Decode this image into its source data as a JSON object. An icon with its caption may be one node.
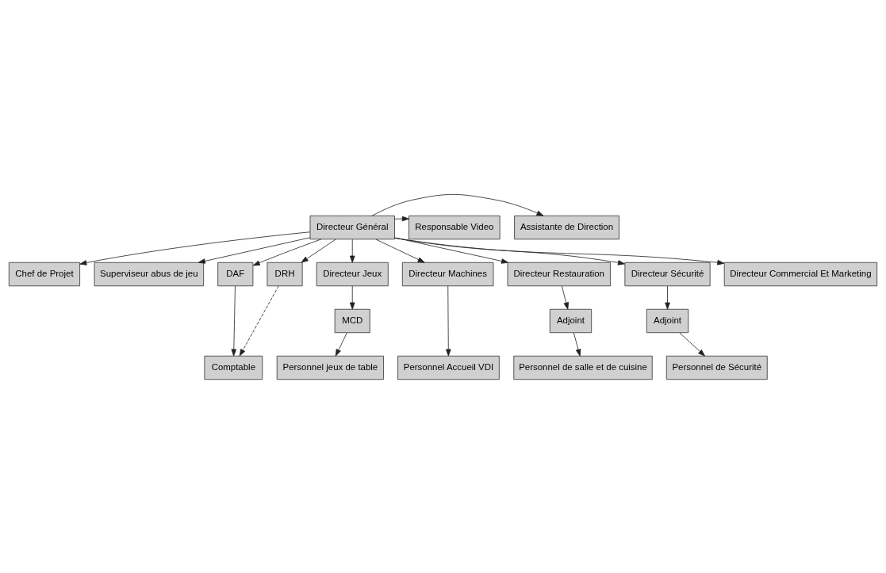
{
  "diagram": {
    "nodes": [
      {
        "text": [
          "Directeur Général"
        ]
      },
      {
        "text": [
          "Assistante de Direction"
        ]
      },
      {
        "text": [
          "Responsable Video"
        ]
      },
      {
        "text": [
          "Chef de Projet"
        ]
      },
      {
        "text": [
          "Superviseur abus de jeu"
        ]
      },
      {
        "text": [
          "DAF"
        ]
      },
      {
        "text": [
          "DRH"
        ]
      },
      {
        "text": [
          "Directeur Jeux"
        ]
      },
      {
        "text": [
          "Directeur Machines"
        ]
      },
      {
        "text": [
          "Directeur Restauration"
        ]
      },
      {
        "text": [
          "Directeur Sécurité"
        ]
      },
      {
        "text": [
          "Directeur Commercial Et Marketing"
        ]
      },
      {
        "text": [
          "MCD"
        ]
      },
      {
        "text": [
          "Adjoint"
        ]
      },
      {
        "text": [
          "Adjoint"
        ]
      },
      {
        "text": [
          "Comptable"
        ]
      },
      {
        "text": [
          "Personnel jeux de table"
        ]
      },
      {
        "text": [
          "Personnel Accueil VDI"
        ]
      },
      {
        "text": [
          "Personnel de salle et de cuisine"
        ]
      },
      {
        "text": [
          "Personnel de Sécurité"
        ]
      }
    ],
    "edges": [
      {
        "from": 0,
        "to": 1,
        "arrow": "to"
      },
      {
        "from": 0,
        "to": 2,
        "arrow": "to"
      },
      {
        "from": 0,
        "to": 3,
        "arrow": "to"
      },
      {
        "from": 0,
        "to": 4,
        "arrow": "to"
      },
      {
        "from": 0,
        "to": 5,
        "arrow": "to"
      },
      {
        "from": 0,
        "to": 6,
        "arrow": "to"
      },
      {
        "from": 0,
        "to": 7,
        "arrow": "to"
      },
      {
        "from": 0,
        "to": 8,
        "arrow": "to"
      },
      {
        "from": 0,
        "to": 9,
        "arrow": "to"
      },
      {
        "from": 0,
        "to": 10,
        "arrow": "to"
      },
      {
        "from": 0,
        "to": 11,
        "arrow": "to"
      },
      {
        "from": 5,
        "to": 15,
        "arrow": "to"
      },
      {
        "from": 6,
        "to": 15,
        "arrow": "to",
        "style": "dashed"
      },
      {
        "from": 7,
        "to": 12,
        "arrow": "to"
      },
      {
        "from": 12,
        "to": 16,
        "arrow": "to"
      },
      {
        "from": 8,
        "to": 17,
        "arrow": "to"
      },
      {
        "from": 9,
        "to": 13,
        "arrow": "to"
      },
      {
        "from": 13,
        "to": 18,
        "arrow": "to"
      },
      {
        "from": 10,
        "to": 14,
        "arrow": "to"
      },
      {
        "from": 14,
        "to": 19,
        "arrow": "to"
      }
    ]
  }
}
